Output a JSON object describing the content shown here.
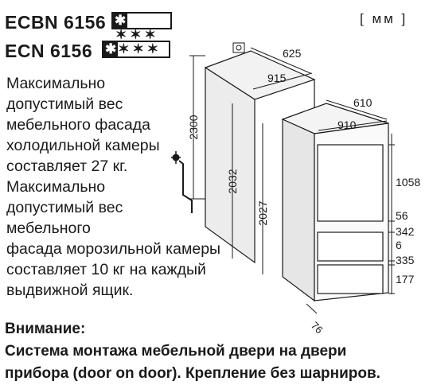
{
  "models": [
    {
      "name": "ECBN 6156",
      "rating": "*✶✶✶"
    },
    {
      "name": "ECN 6156",
      "rating": "*✶✶✶"
    }
  ],
  "unit_label": "[ мм ]",
  "description_lines": [
    "Максимально",
    "допустимый вес",
    "мебельного фасада",
    "холодильной камеры",
    "составляет 27 кг.",
    "Максимально",
    "допустимый вес",
    "мебельного",
    "фасада морозильной камеры",
    "составляет 10 кг на каждый",
    "выдвижной ящик."
  ],
  "note": {
    "heading": "Внимание:",
    "lines": [
      "Система монтажа мебельной двери на двери",
      "прибора (door on door). Крепление без шарниров."
    ]
  },
  "dimensions": {
    "niche_depth": "625",
    "niche_width": "915",
    "niche_height": "2300",
    "niche_inner_height": "2032",
    "appliance_depth": "610",
    "appliance_width": "910",
    "appliance_height": "2027",
    "fridge_door": "1058",
    "gap": "56",
    "drawer_upper": "342",
    "drawer_gap": "6",
    "drawer_lower": "335",
    "base": "177",
    "toe_offset": "76"
  },
  "icons": [
    "socket-icon",
    "water-tap-icon"
  ]
}
